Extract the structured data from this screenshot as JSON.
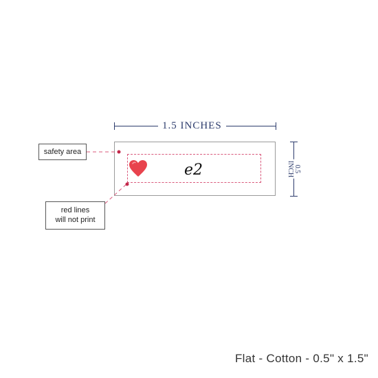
{
  "dimensions": {
    "width_label": "1.5 INCHES",
    "height_value": "0.5",
    "height_unit": "INCH"
  },
  "label": {
    "text": "e2",
    "icon": "heart-icon",
    "heart_color": "#e8434d"
  },
  "callouts": {
    "safety_area": "safety area",
    "red_lines_line1": "red lines",
    "red_lines_line2": "will not print"
  },
  "colors": {
    "dimension": "#2b3a6b",
    "safety_line": "#d9577a",
    "leader_dot": "#c3284a"
  },
  "product": {
    "title": "Flat - Cotton - 0.5\" x 1.5\""
  }
}
